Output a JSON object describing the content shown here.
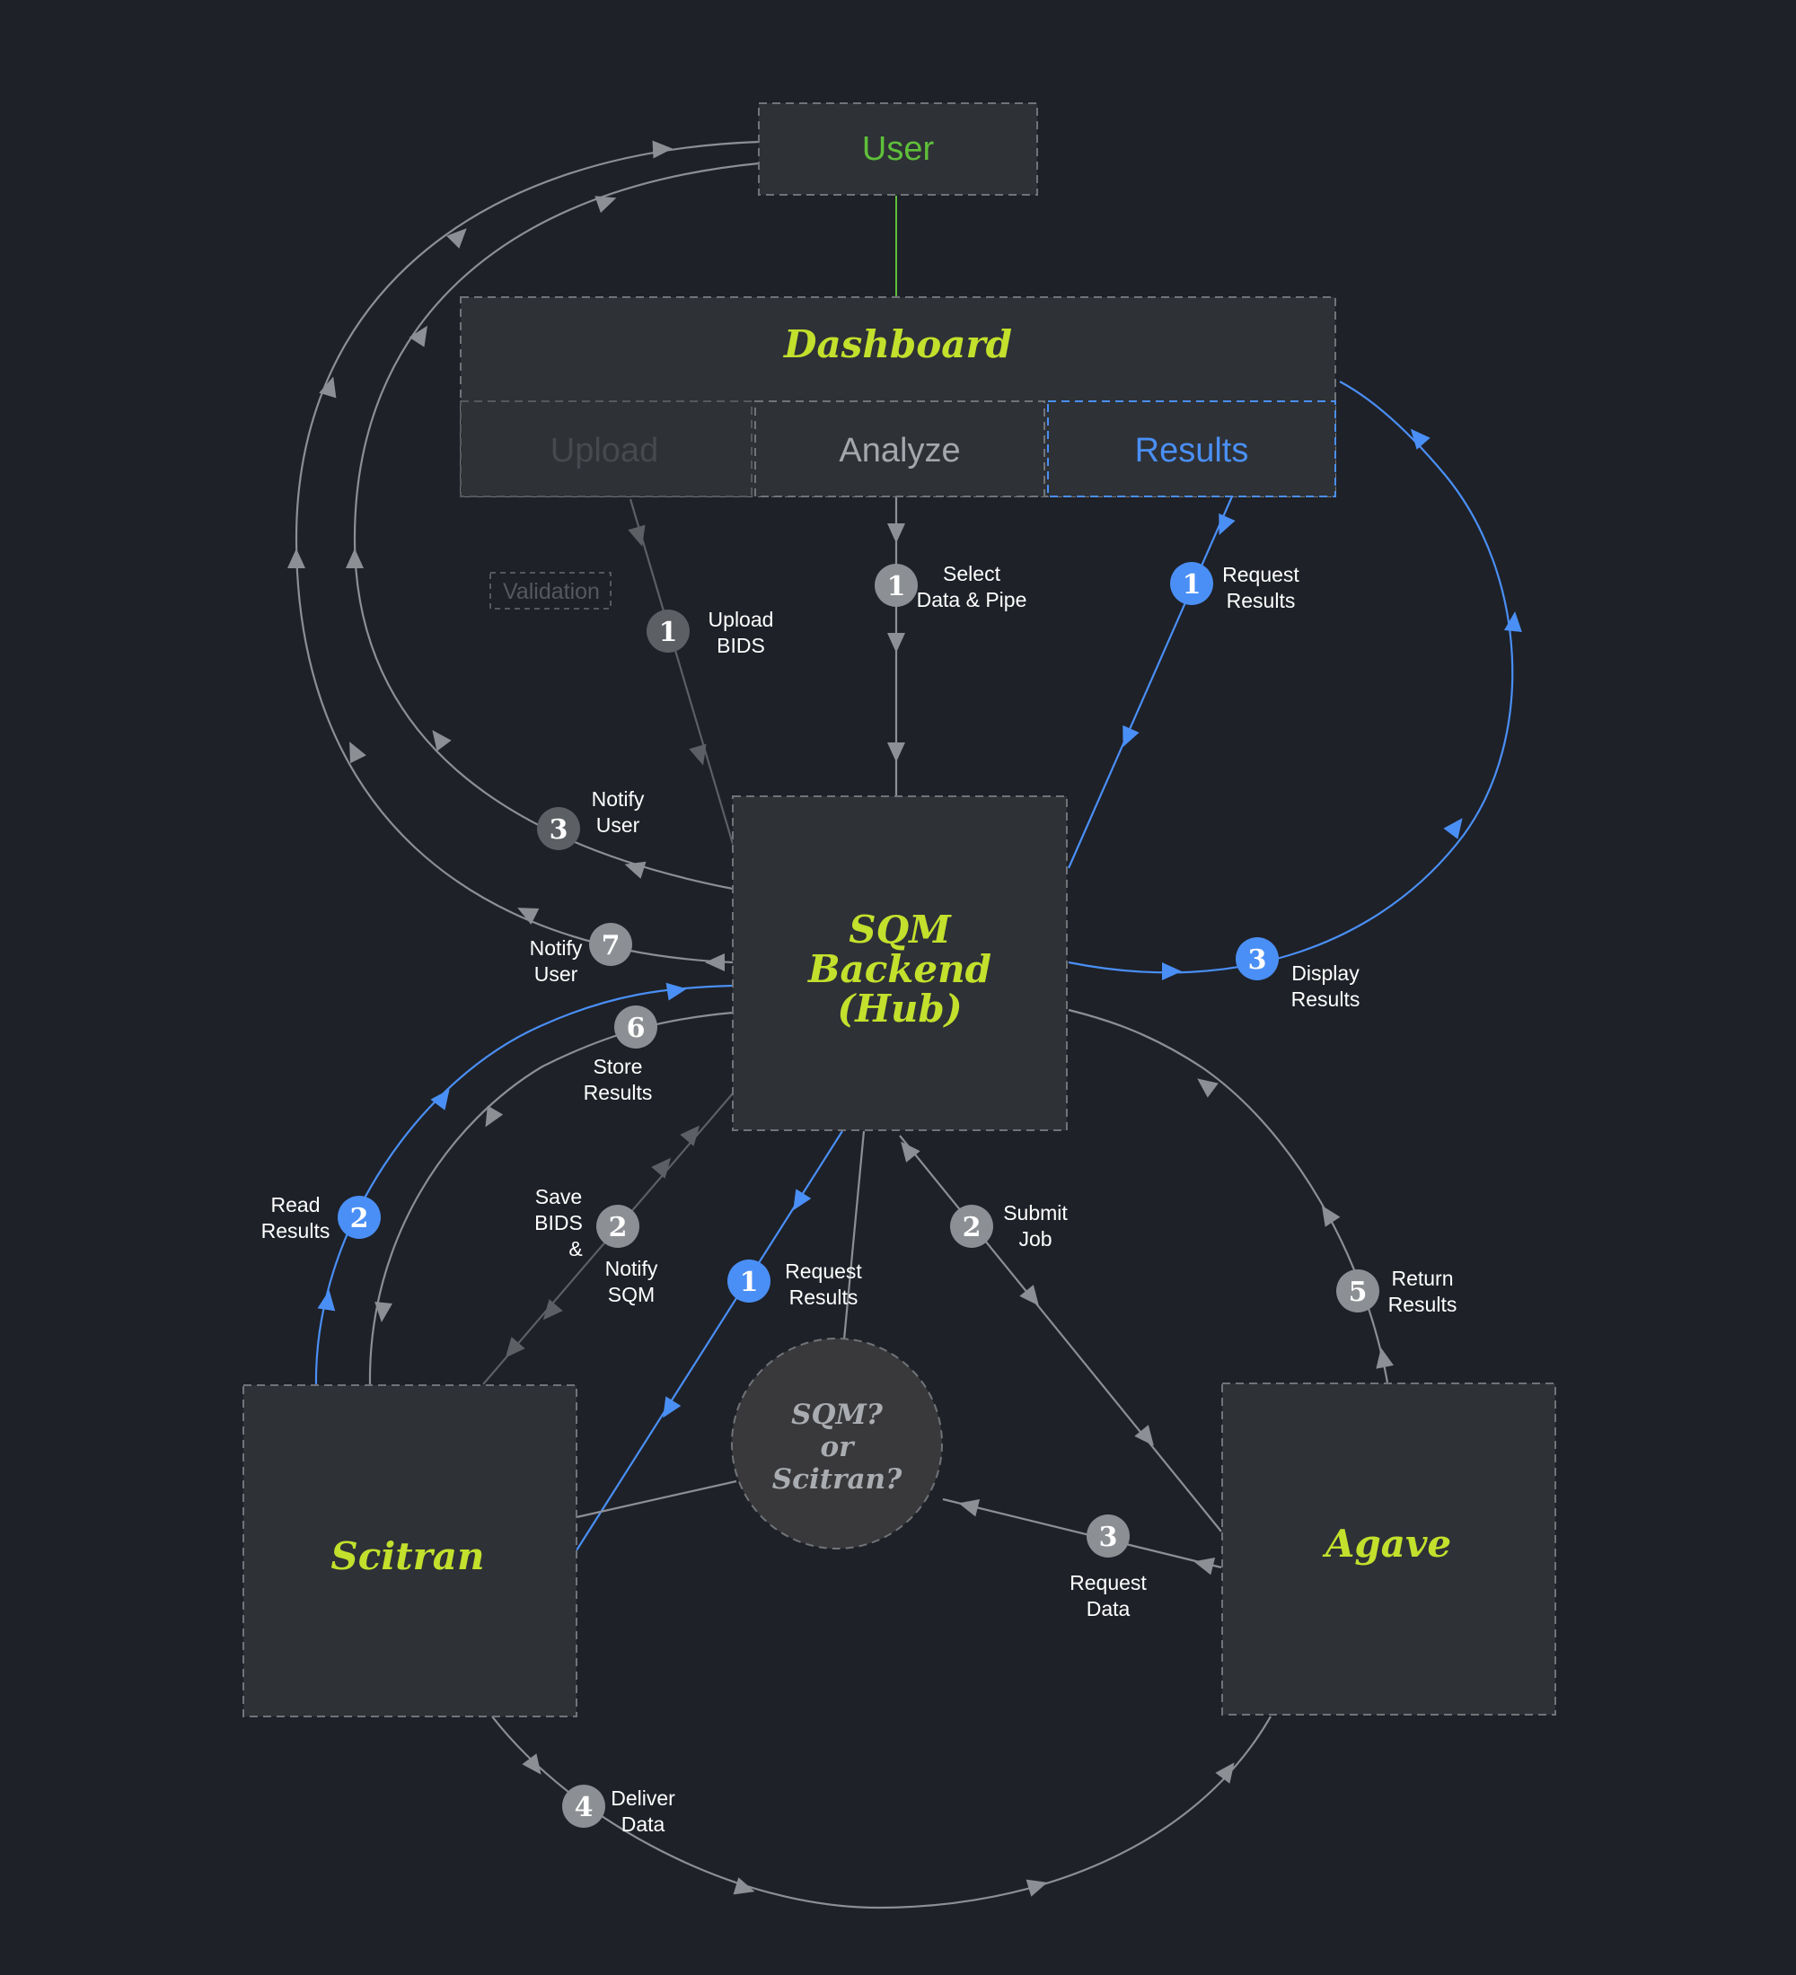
{
  "nodes": {
    "user": "User",
    "dashboard": "Dashboard",
    "upload": "Upload",
    "analyze": "Analyze",
    "results": "Results",
    "validation": "Validation",
    "hub_line1": "SQM",
    "hub_line2": "Backend",
    "hub_line3": "(Hub)",
    "scitran": "Scitran",
    "agave": "Agave",
    "question_line1": "SQM?",
    "question_line2": "or",
    "question_line3": "Scitran?"
  },
  "steps": {
    "upload_bids": {
      "num": "1",
      "line1": "Upload",
      "line2": "BIDS"
    },
    "select": {
      "num": "1",
      "line1": "Select",
      "line2": "Data & Pipe"
    },
    "request_results_top": {
      "num": "1",
      "line1": "Request",
      "line2": "Results"
    },
    "notify_user_3": {
      "num": "3",
      "line1": "Notify",
      "line2": "User"
    },
    "notify_user_7": {
      "num": "7",
      "line1": "Notify",
      "line2": "User"
    },
    "display_results": {
      "num": "3",
      "line1": "Display",
      "line2": "Results"
    },
    "store_results": {
      "num": "6",
      "line1": "Store",
      "line2": "Results"
    },
    "read_results": {
      "num": "2",
      "line1": "Read",
      "line2": "Results"
    },
    "save_bids": {
      "num": "2",
      "line1": "Save",
      "line2": "BIDS",
      "line3": "&",
      "line4": "Notify",
      "line5": "SQM"
    },
    "request_results_bottom": {
      "num": "1",
      "line1": "Request",
      "line2": "Results"
    },
    "submit_job": {
      "num": "2",
      "line1": "Submit",
      "line2": "Job"
    },
    "return_results": {
      "num": "5",
      "line1": "Return",
      "line2": "Results"
    },
    "request_data": {
      "num": "3",
      "line1": "Request",
      "line2": "Data"
    },
    "deliver_data": {
      "num": "4",
      "line1": "Deliver",
      "line2": "Data"
    }
  },
  "colors": {
    "background": "#1e2128",
    "box": "#2e3136",
    "title_green": "#c3e02c",
    "user_green": "#5fbf3a",
    "blue": "#4a8ff5",
    "gray": "#8c8f94"
  }
}
